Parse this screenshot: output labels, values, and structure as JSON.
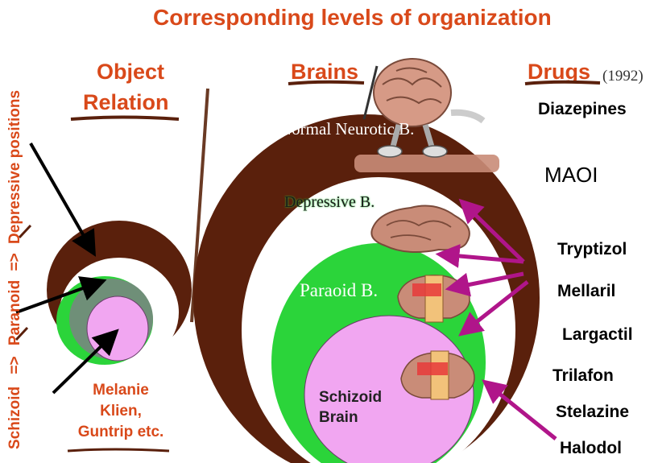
{
  "title": "Corresponding levels of organization",
  "columns": {
    "object_relation": [
      "Object",
      "Relation"
    ],
    "brains": "Brains",
    "drugs": "Drugs",
    "year": "(1992)"
  },
  "vertical_labels": {
    "schizoid": "Schizoid",
    "arrow1": "=>",
    "paranoid": "Paranoid",
    "arrow2": "=>",
    "depressive": "Depressive positions"
  },
  "brain_levels": {
    "normal": "Normal Neurotic  B.",
    "depressive": "Depressive B.",
    "paranoid": "Paraoid B.",
    "schizoid": [
      "Schizoid",
      "Brain"
    ]
  },
  "authors": [
    "Melanie",
    "Klien,",
    "Guntrip etc."
  ],
  "drugs": [
    "Diazepines",
    "MAOI",
    "Tryptizol",
    "Mellaril",
    "Largactil",
    "Trilafon",
    "Stelazine",
    "Halodol"
  ],
  "colors": {
    "title_orange": "#d9491a",
    "brown": "#5a200c",
    "green": "#2bd43a",
    "gray_green": "#6f8f78",
    "pink": "#f1a6f1",
    "magenta_arrow": "#b0158a",
    "brain_pink": "#c98c78"
  }
}
